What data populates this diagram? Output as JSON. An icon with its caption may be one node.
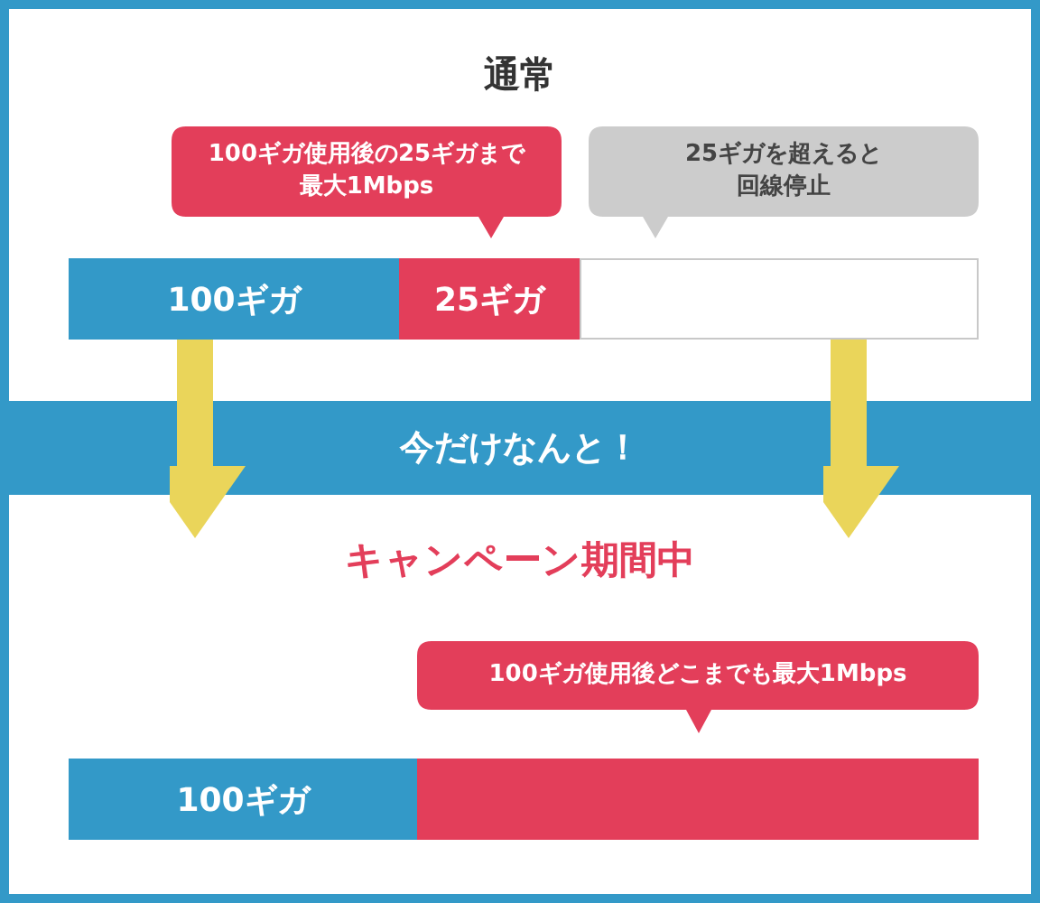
{
  "diagram": {
    "nodes": [
      {
        "text": [
          "100ギガ使用後の25ギガまで最大1Mbps"
        ]
      },
      {
        "text": [
          "25ギガを超えると回線停止"
        ]
      },
      {
        "text": [
          "100ギガ"
        ]
      },
      {
        "text": [
          "25ギガ"
        ]
      },
      {
        "text": [],
        "shape": "bar"
      },
      {
        "text": [
          "今だけなんと！"
        ]
      },
      {
        "text": [
          "100ギガ使用後どこまでも最大1Mbps"
        ]
      },
      {
        "text": [
          "100ギガ"
        ]
      },
      {
        "text": [],
        "shape": "bar"
      }
    ],
    "edges": [
      {
        "from": 2,
        "to": null,
        "arrow": "to"
      },
      {
        "from": 4,
        "to": null,
        "arrow": "to"
      }
    ],
    "labels": [
      "通常",
      "キャンペーン期間中"
    ]
  }
}
